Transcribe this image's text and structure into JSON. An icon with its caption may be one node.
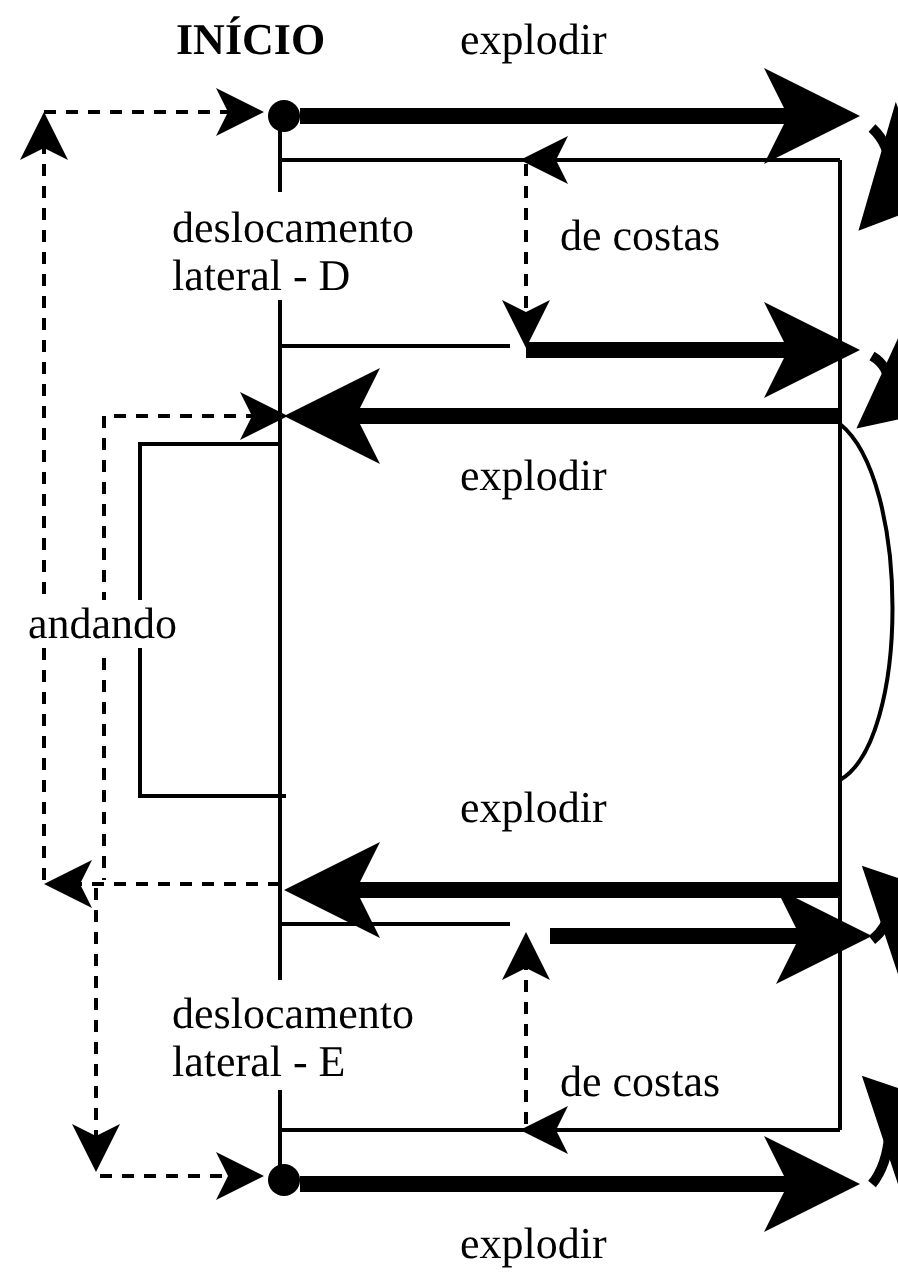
{
  "diagram": {
    "labels": [
      "INÍCIO",
      "explodir",
      "deslocamento lateral - D",
      "de costas",
      "explodir",
      "andando",
      "explodir",
      "deslocamento lateral - E",
      "de costas",
      "explodir"
    ]
  }
}
